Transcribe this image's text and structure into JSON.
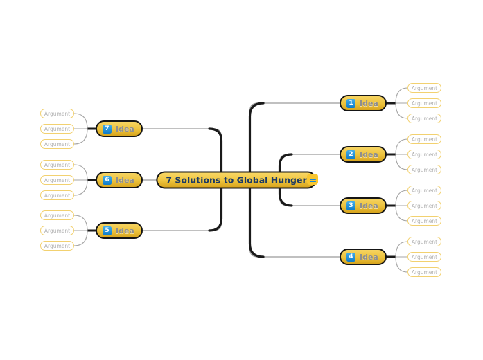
{
  "root": {
    "label": "7 Solutions to Global Hunger",
    "menu_icon": "hamburger-icon"
  },
  "branches": [
    {
      "number": "1",
      "label": "Idea",
      "side": "right",
      "arguments": [
        "Argument",
        "Argument",
        "Argument"
      ]
    },
    {
      "number": "2",
      "label": "Idea",
      "side": "right",
      "arguments": [
        "Argument",
        "Argument",
        "Argument"
      ]
    },
    {
      "number": "3",
      "label": "Idea",
      "side": "right",
      "arguments": [
        "Argument",
        "Argument",
        "Argument"
      ]
    },
    {
      "number": "4",
      "label": "Idea",
      "side": "right",
      "arguments": [
        "Argument",
        "Argument",
        "Argument"
      ]
    },
    {
      "number": "5",
      "label": "Idea",
      "side": "left",
      "arguments": [
        "Argument",
        "Argument",
        "Argument"
      ]
    },
    {
      "number": "6",
      "label": "Idea",
      "side": "left",
      "arguments": [
        "Argument",
        "Argument",
        "Argument"
      ]
    },
    {
      "number": "7",
      "label": "Idea",
      "side": "left",
      "arguments": [
        "Argument",
        "Argument",
        "Argument"
      ]
    }
  ],
  "colors": {
    "background": "#ffffff",
    "node_fill_top": "#f6d462",
    "node_fill_bottom": "#d7a41d",
    "node_border": "#151515",
    "badge_blue": "#1787d8",
    "root_text": "#1b3a66",
    "idea_label_text": "#8e8e8e",
    "argument_text": "#b2b2b2",
    "argument_border": "#f2d170",
    "line_thin": "#9b9b9b",
    "line_thick": "#1a1a1a"
  }
}
